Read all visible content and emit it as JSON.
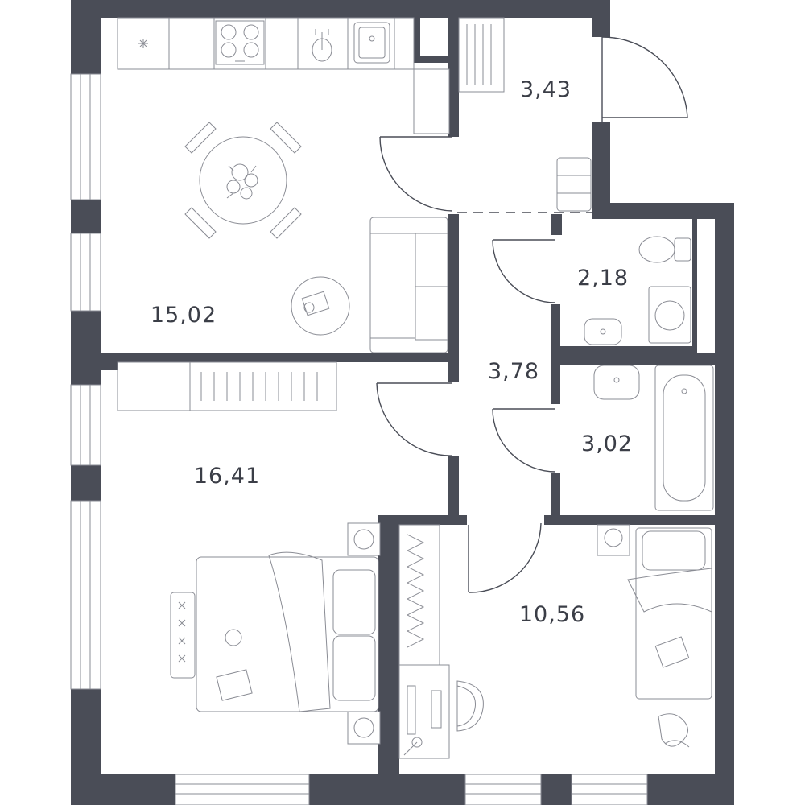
{
  "rooms": [
    {
      "id": "kitchen-living",
      "area": "15,02"
    },
    {
      "id": "entrance-hall",
      "area": "3,43"
    },
    {
      "id": "toilet",
      "area": "2,18"
    },
    {
      "id": "corridor",
      "area": "3,78"
    },
    {
      "id": "bathroom",
      "area": "3,02"
    },
    {
      "id": "bedroom-large",
      "area": "16,41"
    },
    {
      "id": "bedroom-small",
      "area": "10,56"
    }
  ],
  "colors": {
    "wall": "#4a4d57",
    "furniture_line": "#8a8c94",
    "background": "#ffffff"
  }
}
